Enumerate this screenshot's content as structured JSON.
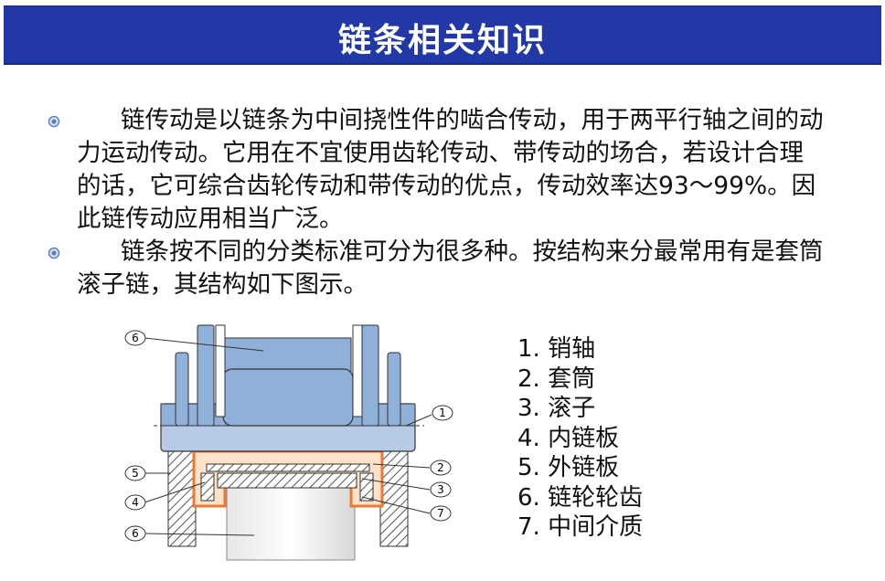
{
  "header": {
    "title": "链条相关知识"
  },
  "content": {
    "paragraphs": [
      {
        "text": "链传动是以链条为中间挠性件的啮合传动，用于两平行轴之间的动力运动传动。它用在不宜使用齿轮传动、带传动的场合，若设计合理的话，它可综合齿轮传动和带传动的优点，传动效率达93～99%。因此链传动应用相当广泛。"
      },
      {
        "text": "链条按不同的分类标准可分为很多种。按结构来分最常用有是套筒滚子链，其结构如下图示。"
      }
    ]
  },
  "figure": {
    "callouts": [
      "1",
      "2",
      "3",
      "4",
      "5",
      "6",
      "7",
      "6"
    ],
    "colors": {
      "blue": "#8fb0d8",
      "orange": "#e87a35",
      "hatch": "#555555"
    }
  },
  "legend": {
    "items": [
      "1. 销轴",
      "2. 套筒",
      "3. 滚子",
      "4. 内链板",
      "5. 外链板",
      "6. 链轮轮齿",
      "7. 中间介质"
    ]
  },
  "theme": {
    "title_bg": "#2338a7",
    "bullet_color": "#5b7fc4"
  }
}
